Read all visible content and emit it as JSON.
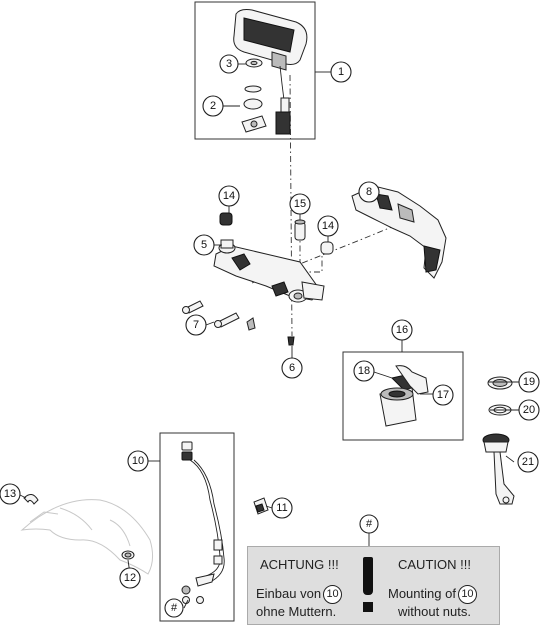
{
  "callouts": {
    "c1": "1",
    "c2": "2",
    "c3": "3",
    "c5": "5",
    "c6": "6",
    "c7": "7",
    "c8": "8",
    "c10": "10",
    "c11": "11",
    "c12": "12",
    "c13": "13",
    "c14a": "14",
    "c14b": "14",
    "c15": "15",
    "c16": "16",
    "c17": "17",
    "c18": "18",
    "c19": "19",
    "c20": "20",
    "c21": "21",
    "hash_top": "#",
    "hash_harness": "#"
  },
  "notice": {
    "de_title": "ACHTUNG !!!",
    "en_title": "CAUTION !!!",
    "de_line1": "Einbau von",
    "de_line2": "ohne Muttern.",
    "en_line1": "Mounting of",
    "en_line2": "without nuts.",
    "ref_de": "10",
    "ref_en": "10"
  }
}
